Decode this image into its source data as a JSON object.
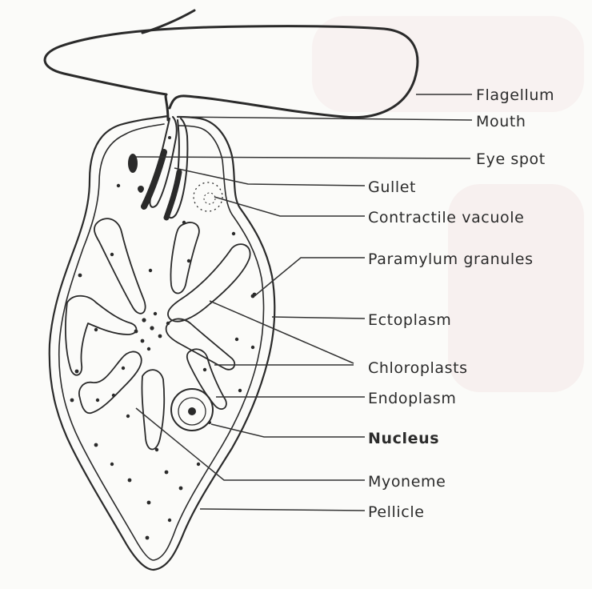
{
  "diagram": {
    "labels": {
      "flagellum": "Flagellum",
      "mouth": "Mouth",
      "eye_spot": "Eye spot",
      "gullet": "Gullet",
      "contractile_vacuole": "Contractile vacuole",
      "paramylum_granules": "Paramylum granules",
      "ectoplasm": "Ectoplasm",
      "chloroplasts": "Chloroplasts",
      "endoplasm": "Endoplasm",
      "nucleus": "Nucleus",
      "myoneme": "Myoneme",
      "pellicle": "Pellicle"
    },
    "colors": {
      "ink": "#2a2a2a",
      "background": "#fbfbf9"
    }
  }
}
